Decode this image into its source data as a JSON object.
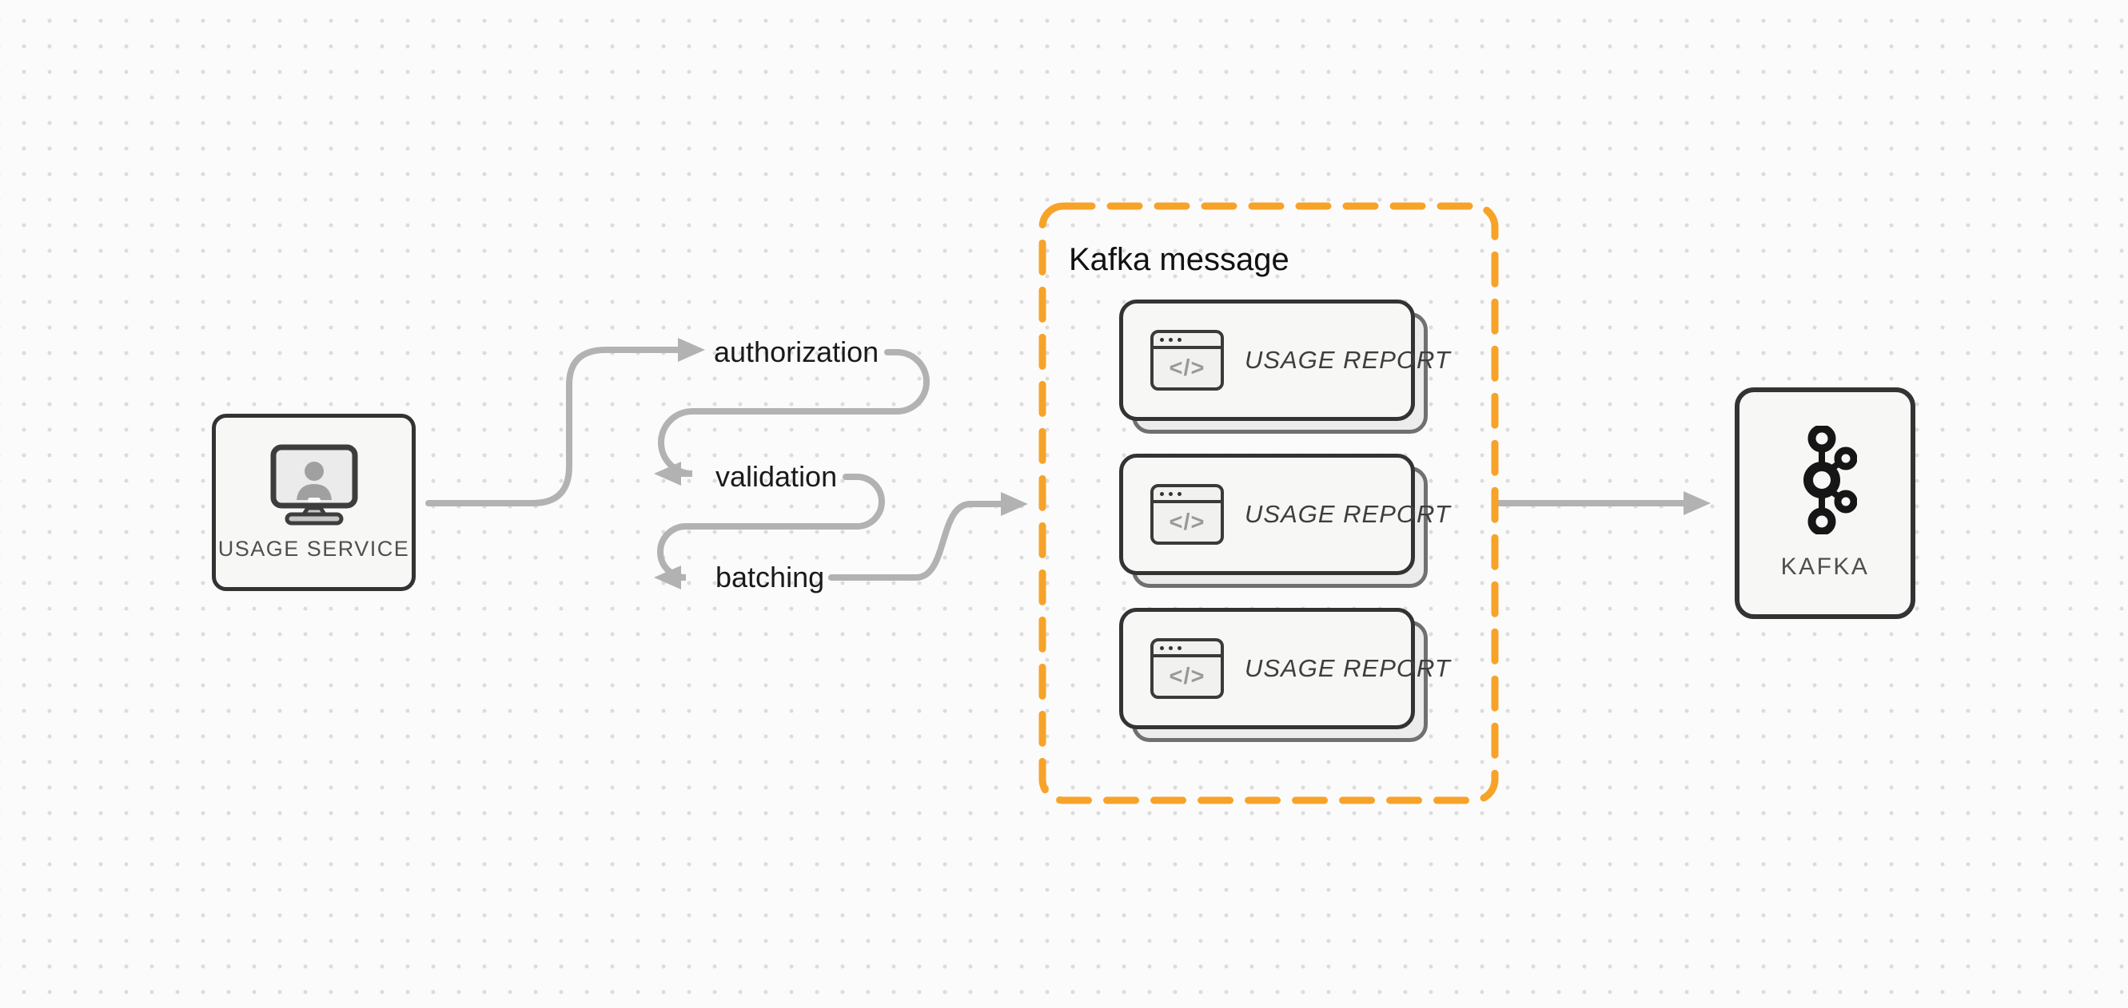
{
  "nodes": {
    "usage_service": {
      "label": "USAGE SERVICE",
      "icon": "monitor-user-icon"
    },
    "kafka": {
      "label": "KAFKA",
      "icon": "kafka-logo-icon"
    }
  },
  "steps": [
    {
      "label": "authorization"
    },
    {
      "label": "validation"
    },
    {
      "label": "batching"
    }
  ],
  "kafka_message_group": {
    "title": "Kafka message",
    "cards": [
      {
        "label": "USAGE REPORT",
        "icon": "code-window-icon"
      },
      {
        "label": "USAGE REPORT",
        "icon": "code-window-icon"
      },
      {
        "label": "USAGE REPORT",
        "icon": "code-window-icon"
      }
    ]
  },
  "connections": [
    {
      "from": "usage-service",
      "to": "authorization"
    },
    {
      "from": "authorization",
      "to": "validation"
    },
    {
      "from": "validation",
      "to": "batching"
    },
    {
      "from": "batching",
      "to": "kafka-message-group"
    },
    {
      "from": "kafka-message-group",
      "to": "kafka"
    }
  ],
  "colors": {
    "background": "#FBFBFB",
    "grid_dot": "#DCDCDC",
    "arrow_gray": "#B2B2B2",
    "node_border": "#333333",
    "node_fill": "#F7F7F5",
    "accent_orange": "#F7A329",
    "text_dark": "#1A1A1A",
    "text_gray": "#4F4F4F"
  }
}
